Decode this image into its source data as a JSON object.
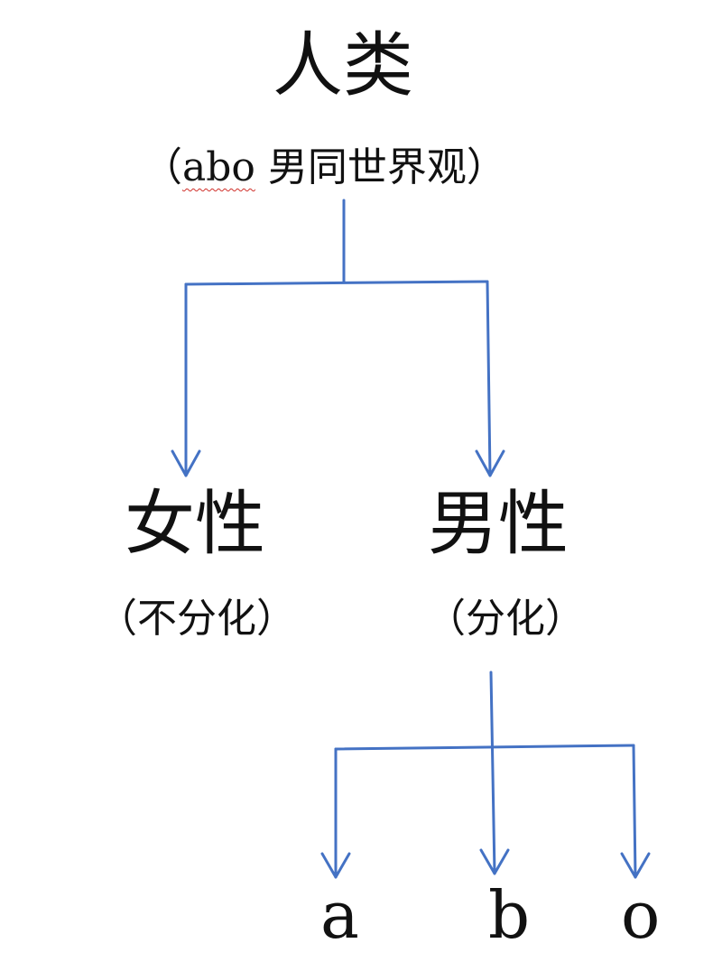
{
  "root": {
    "title": "人类",
    "subtitle_open": "（",
    "subtitle_marked": "abo",
    "subtitle_rest": " 男同世界观）"
  },
  "female": {
    "title": "女性",
    "subtitle": "（不分化）"
  },
  "male": {
    "title": "男性",
    "subtitle": "（分化）"
  },
  "leaves": [
    "a",
    "b",
    "o"
  ],
  "colors": {
    "connector": "#4472c4",
    "spell_underline": "#d0302a"
  }
}
